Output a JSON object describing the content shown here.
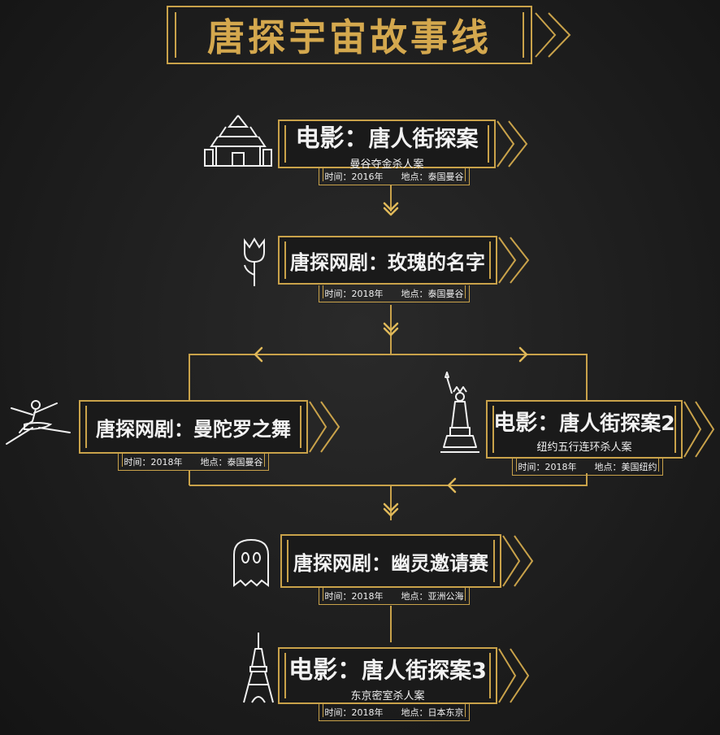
{
  "title": "唐探宇宙故事线",
  "labels": {
    "time": "时间：",
    "place": "地点："
  },
  "nodes": [
    {
      "line1_prefix": "电影：",
      "line1_name": "唐人街探案",
      "subtitle": "曼谷夺金杀人案",
      "time": "2016年",
      "place": "泰国曼谷",
      "icon": "thai-temple-icon"
    },
    {
      "line1_prefix": "唐探网剧：",
      "line1_name": "玫瑰的名字",
      "subtitle": "",
      "time": "2018年",
      "place": "泰国曼谷",
      "icon": "tulip-icon"
    },
    {
      "line1_prefix": "唐探网剧：",
      "line1_name": "曼陀罗之舞",
      "subtitle": "",
      "time": "2018年",
      "place": "泰国曼谷",
      "icon": "ballet-dancer-icon"
    },
    {
      "line1_prefix": "电影：",
      "line1_name": "唐人街探案2",
      "subtitle": "纽约五行连环杀人案",
      "time": "2018年",
      "place": "美国纽约",
      "icon": "statue-of-liberty-icon"
    },
    {
      "line1_prefix": "唐探网剧：",
      "line1_name": "幽灵邀请赛",
      "subtitle": "",
      "time": "2018年",
      "place": "亚洲公海",
      "icon": "ghost-icon"
    },
    {
      "line1_prefix": "电影：",
      "line1_name": "唐人街探案3",
      "subtitle": "东京密室杀人案",
      "time": "2018年",
      "place": "日本东京",
      "icon": "tokyo-tower-icon"
    }
  ],
  "colors": {
    "accent": "#c9a24a",
    "title": "#d4a84e",
    "background": "#1c1c1c"
  }
}
